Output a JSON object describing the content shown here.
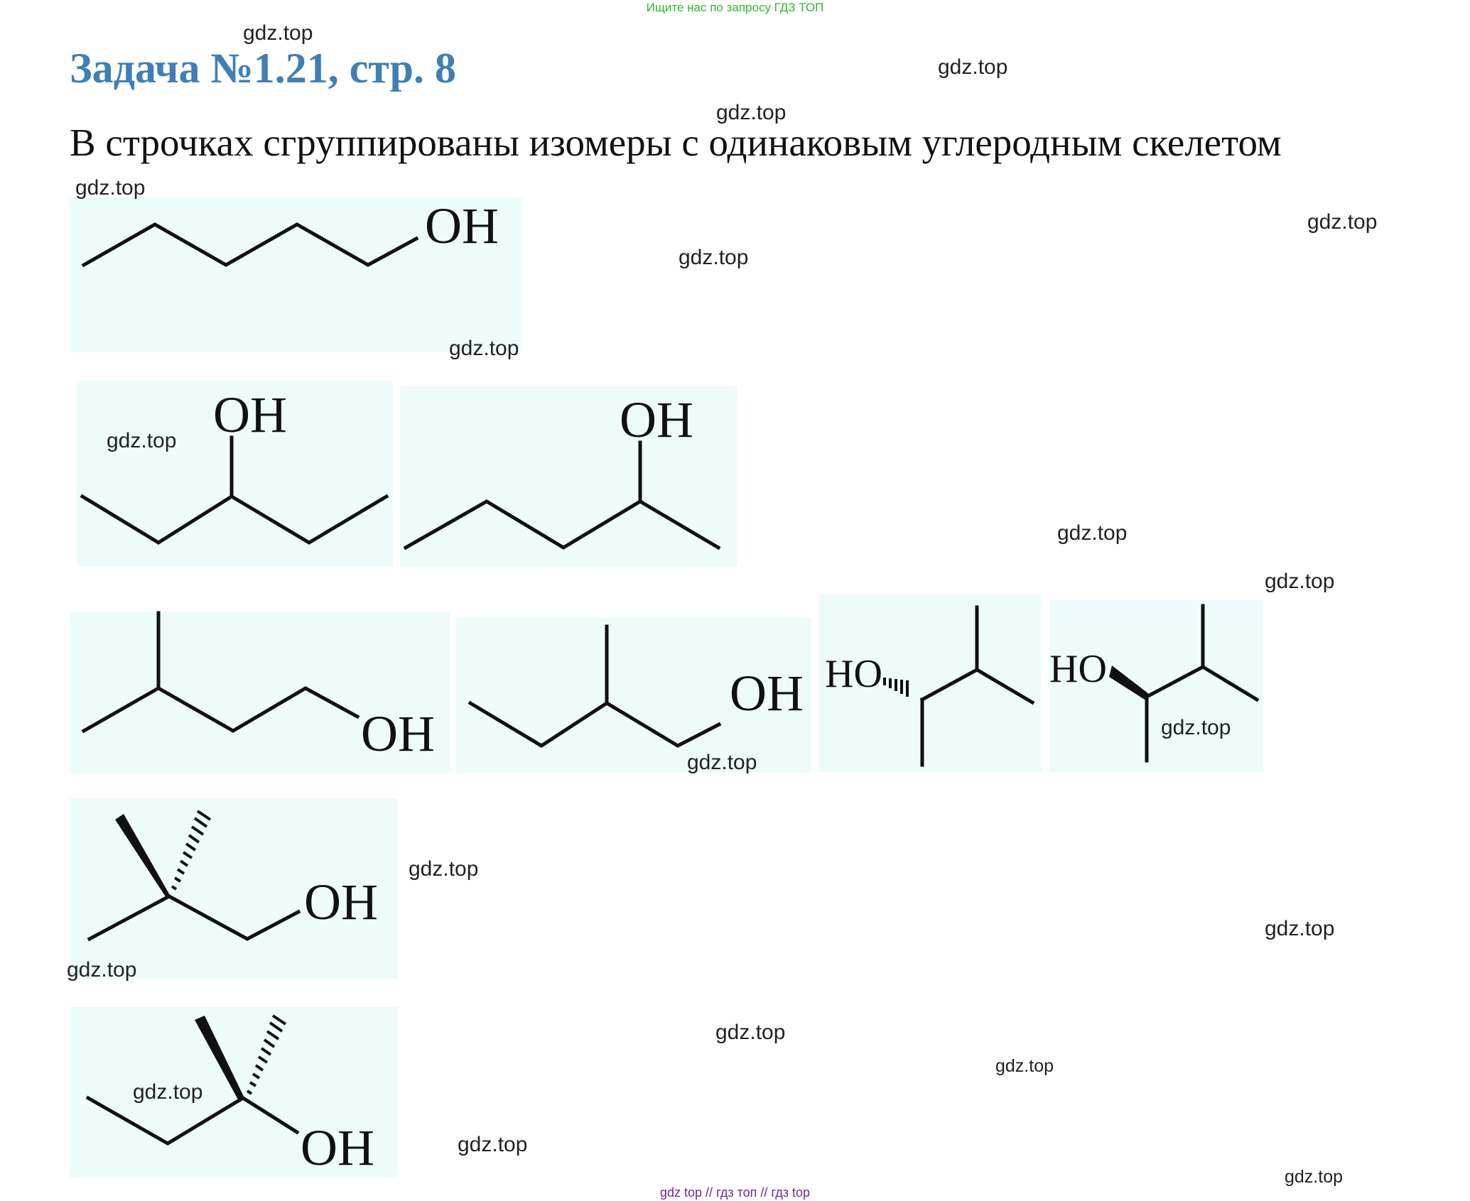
{
  "banner": "Ищите нас по запросу ГДЗ ТОП",
  "title": "Задача №1.21, стр. 8",
  "subtitle": "В строчках сгруппированы изомеры с одинаковым углеродным скелетом",
  "labels": {
    "oh": "OH",
    "ho": "HO"
  },
  "watermark": "gdz.top",
  "footer": {
    "links": [
      "gdz top",
      "гдз топ",
      "гдз top"
    ],
    "separator": "//"
  }
}
